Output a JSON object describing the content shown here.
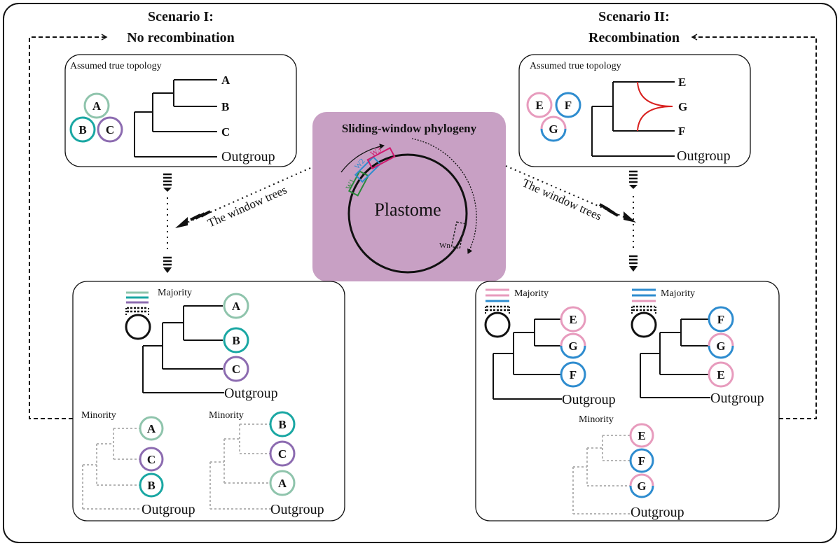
{
  "colors": {
    "teal": "#1aa7a3",
    "mint": "#8fc4ac",
    "purple": "#8c6bb0",
    "pink": "#e79bbd",
    "blue": "#2e8ccf",
    "red": "#d8201e",
    "center_bg": "#c8a0c4",
    "gray": "#b5b5b5",
    "green": "#2a8a3a",
    "magenta": "#d0196e"
  },
  "scenario1": {
    "title_line1": "Scenario I:",
    "title_line2": "No recombination"
  },
  "scenario2": {
    "title_line1": "Scenario II:",
    "title_line2": "Recombination"
  },
  "center": {
    "title": "Sliding-window phylogeny",
    "plastome": "Plastome",
    "windows": [
      "W1",
      "W2",
      "W3",
      "Wn"
    ]
  },
  "arrows": {
    "left": "The window trees",
    "right": "The window trees"
  },
  "topology_left": {
    "label": "Assumed true topology",
    "circles": [
      "A",
      "B",
      "C"
    ],
    "leaves": [
      "A",
      "B",
      "C",
      "Outgroup"
    ]
  },
  "topology_right": {
    "label": "Assumed true topology",
    "circles": [
      "E",
      "F",
      "G"
    ],
    "leaves": [
      "E",
      "G",
      "F",
      "Outgroup"
    ]
  },
  "results_left": {
    "majority_label": "Majority",
    "majority_leaves": [
      "A",
      "B",
      "C",
      "Outgroup"
    ],
    "minority1_label": "Minority",
    "minority1_leaves": [
      "A",
      "C",
      "B",
      "Outgroup"
    ],
    "minority2_label": "Minority",
    "minority2_leaves": [
      "B",
      "C",
      "A",
      "Outgroup"
    ]
  },
  "results_right": {
    "majority1_label": "Majority",
    "majority1_leaves": [
      "E",
      "G",
      "F",
      "Outgroup"
    ],
    "majority2_label": "Majority",
    "majority2_leaves": [
      "F",
      "G",
      "E",
      "Outgroup"
    ],
    "minority_label": "Minority",
    "minority_leaves": [
      "E",
      "F",
      "G",
      "Outgroup"
    ]
  }
}
